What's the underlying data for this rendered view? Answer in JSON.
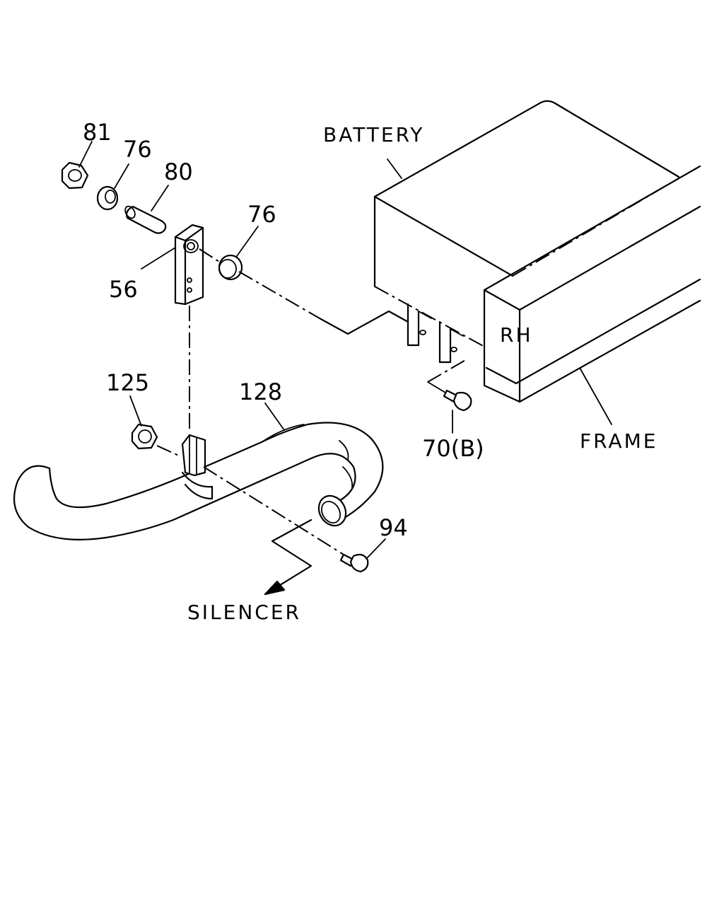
{
  "diagram": {
    "labels": {
      "battery": "BATTERY",
      "frame": "FRAME",
      "rh": "RH",
      "silencer": "SILENCER"
    },
    "parts": {
      "p81": "81",
      "p76a": "76",
      "p80": "80",
      "p76b": "76",
      "p56": "56",
      "p125": "125",
      "p128": "128",
      "p70b": "70(B)",
      "p94": "94"
    }
  }
}
